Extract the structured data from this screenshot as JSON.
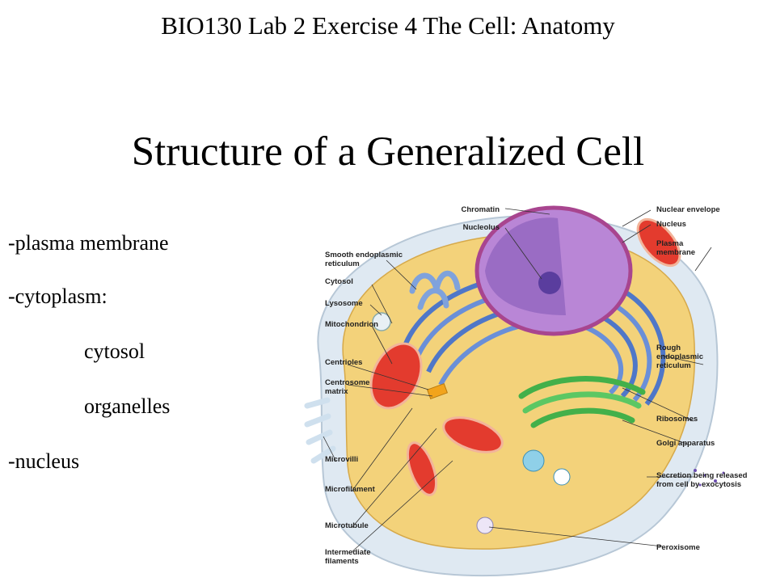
{
  "slide": {
    "header": "BIO130 Lab 2 Exercise 4  The Cell: Anatomy",
    "title": "Structure of a Generalized Cell",
    "bullets": [
      "-plasma membrane",
      "-cytoplasm:",
      "cytosol",
      "organelles",
      "-nucleus"
    ]
  },
  "diagram": {
    "left_labels": [
      [
        "Smooth endoplasmic",
        "reticulum"
      ],
      [
        "Cytosol"
      ],
      [
        "Lysosome"
      ],
      [
        "Mitochondrion"
      ],
      [
        "Centrioles"
      ],
      [
        "Centrosome",
        "matrix"
      ],
      [
        "Microvilli"
      ],
      [
        "Microfilament"
      ],
      [
        "Microtubule"
      ],
      [
        "Intermediate",
        "filaments"
      ]
    ],
    "top_labels": [
      [
        "Chromatin"
      ],
      [
        "Nucleolus"
      ]
    ],
    "right_labels": [
      [
        "Nuclear envelope"
      ],
      [
        "Nucleus"
      ],
      [
        "Plasma",
        "membrane"
      ],
      [
        "Rough",
        "endoplasmic",
        "reticulum"
      ],
      [
        "Ribosomes"
      ],
      [
        "Golgi apparatus"
      ],
      [
        "Secretion being released",
        "from cell by exocytosis"
      ],
      [
        "Peroxisome"
      ]
    ]
  },
  "colors": {
    "cytoplasm": "#f3d27a",
    "nucleus": "#b986d6",
    "rough_er": "#4f77c8",
    "golgi": "#43b04a",
    "mitochondria": "#e33b2e",
    "membrane": "#dfe9f2"
  }
}
